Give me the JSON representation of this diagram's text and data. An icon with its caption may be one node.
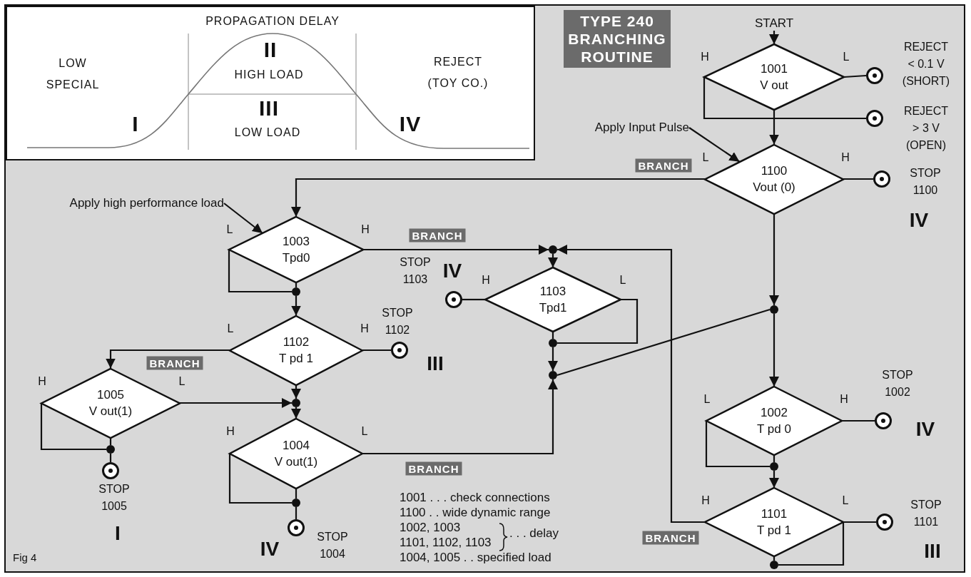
{
  "diagram": {
    "title": "TYPE 240 BRANCHING ROUTINE",
    "nodes": [
      {
        "text": [
          "PROPAGATION DELAY",
          "LOW SPECIAL",
          "I",
          "II",
          "HIGH LOAD",
          "III",
          "LOW LOAD",
          "REJECT (TOY CO.)",
          "IV"
        ]
      },
      {
        "text": [
          "START"
        ]
      },
      {
        "text": [
          "1001",
          "V out"
        ],
        "beside": [
          "H",
          "L"
        ]
      },
      {
        "text": [],
        "shape": "circle",
        "beside": [
          "REJECT < 0.1 V (SHORT)"
        ]
      },
      {
        "text": [],
        "shape": "circle",
        "beside": [
          "REJECT > 3 V (OPEN)"
        ]
      },
      {
        "text": [
          "Apply Input Pulse"
        ]
      },
      {
        "text": [
          "1100",
          "Vout (0)"
        ],
        "beside": [
          "L",
          "H"
        ]
      },
      {
        "text": [],
        "shape": "circle",
        "beside": [
          "STOP 1100",
          "IV"
        ]
      },
      {
        "text": [
          "Apply high performance load"
        ]
      },
      {
        "text": [
          "1003",
          "Tpd0"
        ],
        "beside": [
          "L",
          "H"
        ]
      },
      {
        "text": [],
        "shape": "dot"
      },
      {
        "text": [],
        "shape": "circle",
        "beside": [
          "STOP 1103",
          "IV"
        ]
      },
      {
        "text": [
          "1103",
          "Tpd1"
        ],
        "beside": [
          "H",
          "L"
        ]
      },
      {
        "text": [],
        "shape": "dot"
      },
      {
        "text": [],
        "shape": "dot"
      },
      {
        "text": [],
        "shape": "dot"
      },
      {
        "text": [
          "1102",
          "T pd 1"
        ],
        "beside": [
          "L",
          "H"
        ]
      },
      {
        "text": [],
        "shape": "circle",
        "beside": [
          "STOP 1102",
          "III"
        ]
      },
      {
        "text": [],
        "shape": "dot"
      },
      {
        "text": [
          "1005",
          "V out(1)"
        ],
        "beside": [
          "H",
          "L"
        ]
      },
      {
        "text": [],
        "shape": "dot"
      },
      {
        "text": [
          "1002",
          "T pd 0"
        ],
        "beside": [
          "L",
          "H"
        ]
      },
      {
        "text": [],
        "shape": "circle",
        "beside": [
          "STOP 1002",
          "IV"
        ]
      },
      {
        "text": [
          "1004",
          "V out(1)"
        ],
        "beside": [
          "H",
          "L"
        ]
      },
      {
        "text": [],
        "shape": "dot"
      },
      {
        "text": [],
        "shape": "circle",
        "beside": [
          "STOP 1005",
          "I"
        ]
      },
      {
        "text": [],
        "shape": "dot"
      },
      {
        "text": [
          "1101",
          "T pd 1"
        ],
        "beside": [
          "H",
          "L"
        ]
      },
      {
        "text": [],
        "shape": "circle",
        "beside": [
          "STOP 1101",
          "III"
        ]
      },
      {
        "text": [],
        "shape": "dot"
      },
      {
        "text": [],
        "shape": "circle",
        "beside": [
          "STOP 1004",
          "IV"
        ]
      },
      {
        "text": [],
        "shape": "dot"
      }
    ],
    "edges": [
      {
        "from": 1,
        "to": 2,
        "arrow": "to"
      },
      {
        "from": 2,
        "to": 3,
        "arrow": "none"
      },
      {
        "from": 2,
        "to": 4,
        "arrow": "none"
      },
      {
        "from": 2,
        "to": 6,
        "arrow": "to"
      },
      {
        "from": 5,
        "to": 6,
        "arrow": "to"
      },
      {
        "from": 6,
        "to": 7,
        "arrow": "none"
      },
      {
        "from": 6,
        "to": 9,
        "arrow": "to",
        "label": "BRANCH"
      },
      {
        "from": 6,
        "to": 14,
        "arrow": "to"
      },
      {
        "from": 8,
        "to": 9,
        "arrow": "to"
      },
      {
        "from": 9,
        "to": 10,
        "arrow": "to",
        "label": "BRANCH"
      },
      {
        "from": 9,
        "to": 13,
        "arrow": "none"
      },
      {
        "from": 9,
        "to": 13,
        "arrow": "none"
      },
      {
        "from": 13,
        "to": 16,
        "arrow": "to"
      },
      {
        "from": 27,
        "to": 10,
        "arrow": "to",
        "label": "BRANCH"
      },
      {
        "from": 10,
        "to": 12,
        "arrow": "to"
      },
      {
        "from": 12,
        "to": 11,
        "arrow": "none"
      },
      {
        "from": 12,
        "to": 15,
        "arrow": "none"
      },
      {
        "from": 12,
        "to": 15,
        "arrow": "none"
      },
      {
        "from": 15,
        "to": 18,
        "arrow": "to"
      },
      {
        "from": 14,
        "to": 18,
        "arrow": "none"
      },
      {
        "from": 23,
        "to": 18,
        "arrow": "to",
        "label": "BRANCH"
      },
      {
        "from": 14,
        "to": 21,
        "arrow": "to"
      },
      {
        "from": 16,
        "to": 17,
        "arrow": "none"
      },
      {
        "from": 16,
        "to": 19,
        "arrow": "to",
        "label": "BRANCH"
      },
      {
        "from": 16,
        "to": 20,
        "arrow": "to"
      },
      {
        "from": 19,
        "to": 20,
        "arrow": "to"
      },
      {
        "from": 20,
        "to": 23,
        "arrow": "to"
      },
      {
        "from": 19,
        "to": 24,
        "arrow": "none"
      },
      {
        "from": 19,
        "to": 24,
        "arrow": "none"
      },
      {
        "from": 24,
        "to": 25,
        "arrow": "none"
      },
      {
        "from": 21,
        "to": 22,
        "arrow": "none"
      },
      {
        "from": 21,
        "to": 26,
        "arrow": "none"
      },
      {
        "from": 21,
        "to": 26,
        "arrow": "none"
      },
      {
        "from": 26,
        "to": 27,
        "arrow": "to"
      },
      {
        "from": 27,
        "to": 28,
        "arrow": "none"
      },
      {
        "from": 27,
        "to": 31,
        "arrow": "none"
      },
      {
        "from": 27,
        "to": 31,
        "arrow": "none"
      },
      {
        "from": 23,
        "to": 29,
        "arrow": "none"
      },
      {
        "from": 23,
        "to": 29,
        "arrow": "none"
      },
      {
        "from": 29,
        "to": 30,
        "arrow": "none"
      }
    ],
    "labels": [
      "1001 . . . check connections",
      "1100 . . wide dynamic range",
      "1002, 1003",
      "1101, 1102, 1103",
      ". . . delay",
      "1004, 1005 . . specified load",
      "Fig 4"
    ]
  }
}
